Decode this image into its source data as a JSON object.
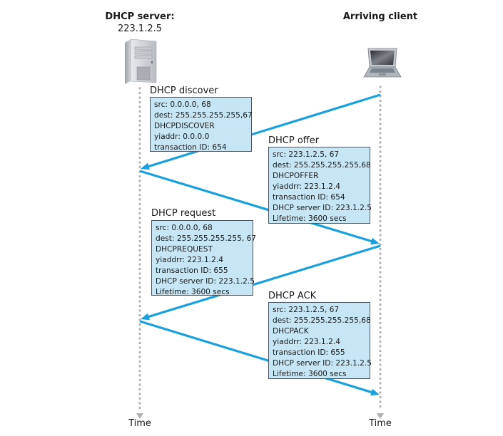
{
  "server": {
    "title": "DHCP server:",
    "address": "223.1.2.5",
    "icon": "server-tower-icon",
    "timeline_label": "Time"
  },
  "client": {
    "title": "Arriving client",
    "icon": "laptop-icon",
    "timeline_label": "Time"
  },
  "colors": {
    "arrow": "#1aa0dc",
    "box_fill": "#c6e6f6",
    "box_border": "#4a5560",
    "timeline": "#b0b0b0"
  },
  "messages": [
    {
      "title": "DHCP discover",
      "direction": "client-to-server",
      "fields": [
        "src: 0.0.0.0, 68",
        "dest: 255.255.255.255,67",
        "DHCPDISCOVER",
        "yiaddr: 0.0.0.0",
        "transaction ID: 654"
      ]
    },
    {
      "title": "DHCP offer",
      "direction": "server-to-client",
      "fields": [
        "src: 223.1.2.5, 67",
        "dest: 255.255.255.255,68",
        "DHCPOFFER",
        "yiaddrr: 223.1.2.4",
        "transaction ID: 654",
        "DHCP server ID: 223.1.2.5",
        "Lifetime: 3600 secs"
      ]
    },
    {
      "title": "DHCP request",
      "direction": "client-to-server",
      "fields": [
        "src: 0.0.0.0, 68",
        "dest: 255.255.255.255, 67",
        "DHCPREQUEST",
        "yiaddrr: 223.1.2.4",
        "transaction ID: 655",
        "DHCP server ID: 223.1.2.5",
        "Lifetime: 3600 secs"
      ]
    },
    {
      "title": "DHCP ACK",
      "direction": "server-to-client",
      "fields": [
        "src: 223.1.2.5, 67",
        "dest: 255.255.255.255,68",
        "DHCPACK",
        "yiaddrr: 223.1.2.4",
        "transaction ID: 655",
        "DHCP server ID: 223.1.2.5",
        "Lifetime: 3600 secs"
      ]
    }
  ]
}
